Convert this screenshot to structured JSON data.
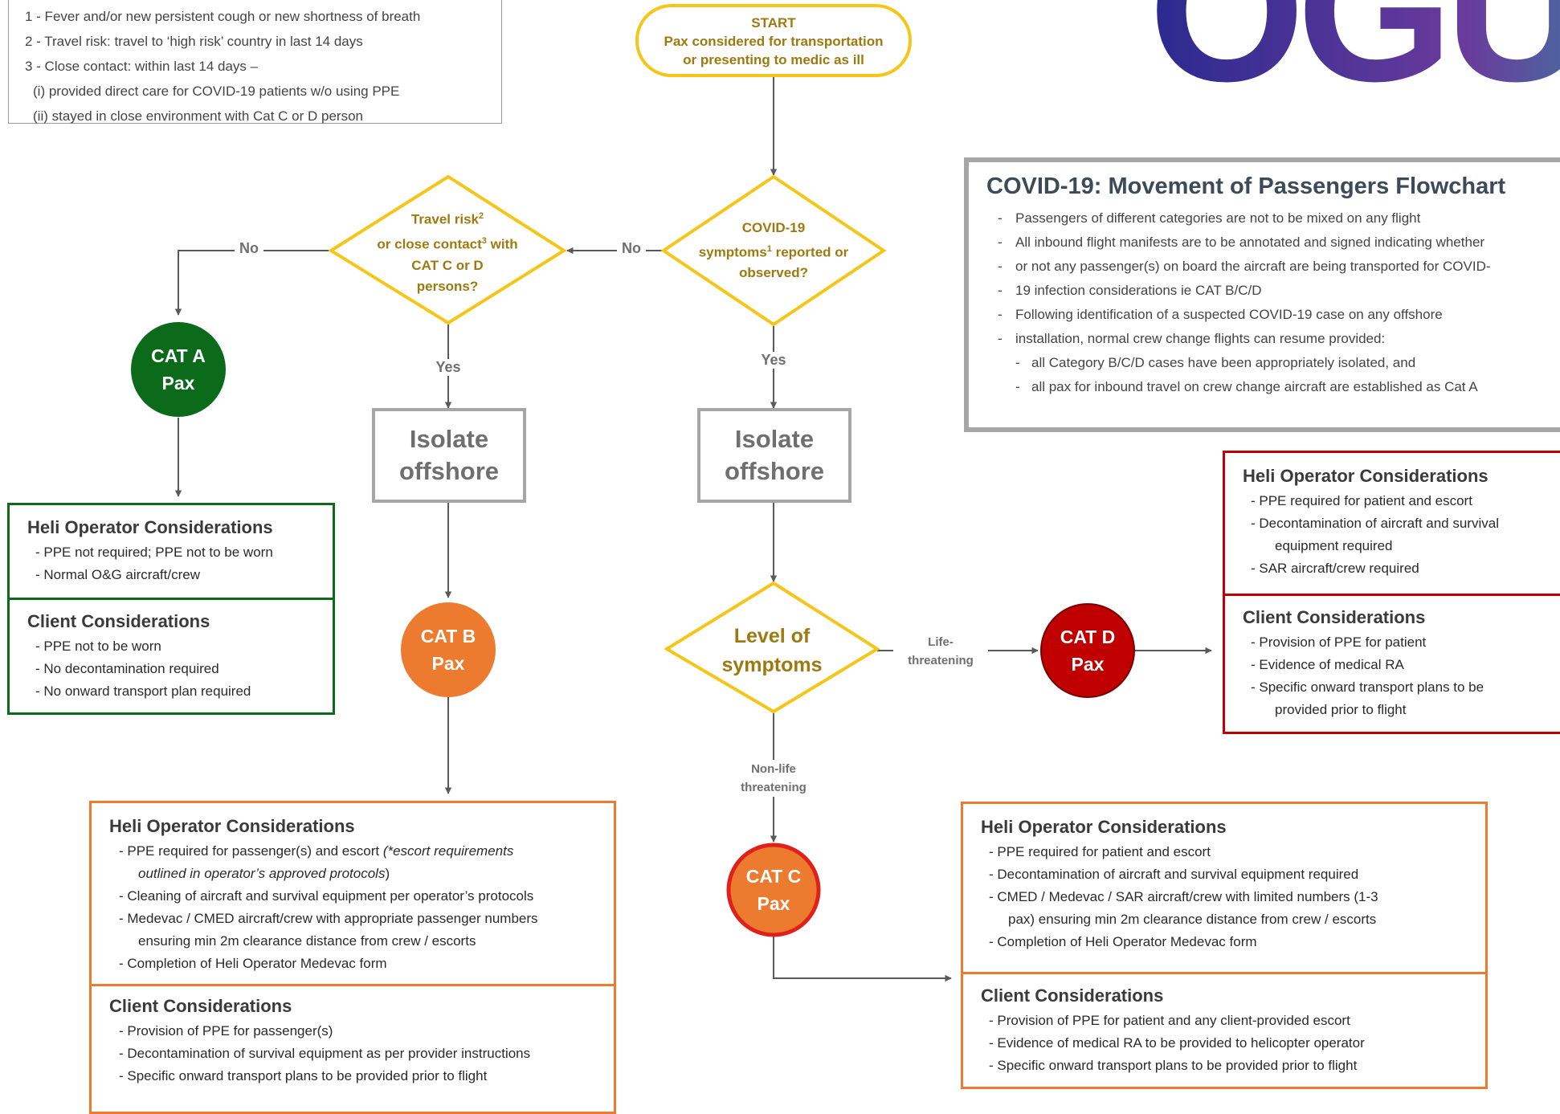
{
  "definitions": {
    "lines": [
      "1 - Fever and/or new persistent cough or new shortness of breath",
      "2 - Travel risk: travel to ‘high risk’ country in last 14 days",
      "3 - Close contact: within last 14 days –"
    ],
    "sub_lines": [
      "(i) provided direct care for COVID-19 patients w/o using PPE",
      "(ii) stayed in close environment with Cat C or D person"
    ]
  },
  "logo": {
    "text": "OGUK",
    "colors": [
      "#2a2a8f",
      "#6a3b9c",
      "#1fa4a4"
    ]
  },
  "info_panel": {
    "title": "COVID-19: Movement of Passengers Flowchart",
    "items": [
      "Passengers of different categories are not to be mixed on any flight",
      "All inbound flight manifests are to be annotated and signed indicating whether",
      "or not any passenger(s) on board the aircraft are being transported for COVID-",
      "19 infection considerations ie CAT B/C/D",
      "Following identification of a suspected COVID-19 case on any offshore",
      "installation, normal crew change flights can resume provided:",
      "all Category B/C/D cases have been appropriately isolated, and",
      "all pax for inbound travel on crew change aircraft are established as Cat A"
    ]
  },
  "nodes": {
    "start": {
      "line1": "START",
      "line2": "Pax considered for transportation",
      "line3": "or presenting to medic as ill"
    },
    "covid_q": {
      "l1": "COVID-19",
      "l2a": "symptoms",
      "sup": "1",
      "l2b": " reported or",
      "l3": "observed?"
    },
    "travel_q": {
      "l1a": "Travel risk",
      "sup1": "2",
      "l2a": "or close contact",
      "sup2": "3",
      "l2b": " with",
      "l3": "CAT C or D",
      "l4": "persons?"
    },
    "isolate_left": {
      "l1": "Isolate",
      "l2": "offshore"
    },
    "isolate_right": {
      "l1": "Isolate",
      "l2": "offshore"
    },
    "level_q": {
      "l1": "Level of",
      "l2": "symptoms"
    },
    "cat_a": {
      "l1": "CAT A",
      "l2": "Pax"
    },
    "cat_b": {
      "l1": "CAT B",
      "l2": "Pax"
    },
    "cat_c": {
      "l1": "CAT C",
      "l2": "Pax"
    },
    "cat_d": {
      "l1": "CAT D",
      "l2": "Pax"
    }
  },
  "edge_labels": {
    "no_left": "No",
    "no_right": "No",
    "yes_left": "Yes",
    "yes_right": "Yes",
    "life1": "Life-",
    "life2": "threatening",
    "nonlife1": "Non-life",
    "nonlife2": "threatening"
  },
  "cat_a_box": {
    "heli_title": "Heli Operator Considerations",
    "heli_items": [
      "- PPE not required; PPE not to be worn",
      "- Normal O&G aircraft/crew"
    ],
    "client_title": "Client Considerations",
    "client_items": [
      "- PPE not to be worn",
      "- No decontamination required",
      "- No onward transport plan required"
    ]
  },
  "cat_b_box": {
    "heli_title": "Heli Operator Considerations",
    "heli_item1a": "- PPE required for passenger(s) and escort ",
    "heli_item1b": "(*escort requirements",
    "heli_item1c": "outlined in operator’s approved protocols",
    "heli_item1d": ")",
    "heli_item2": "- Cleaning of aircraft and survival equipment per operator’s protocols",
    "heli_item3a": "- Medevac / CMED aircraft/crew with appropriate passenger numbers",
    "heli_item3b": "ensuring min 2m clearance distance from crew / escorts",
    "heli_item4": "- Completion of Heli Operator Medevac form",
    "client_title": "Client Considerations",
    "client_items": [
      "- Provision of PPE for passenger(s)",
      "- Decontamination of survival equipment as per provider instructions",
      "- Specific onward transport plans to be provided prior to flight"
    ]
  },
  "cat_c_box": {
    "heli_title": "Heli Operator Considerations",
    "heli_item1": "- PPE required for patient and escort",
    "heli_item2": "- Decontamination of aircraft and survival equipment required",
    "heli_item3a": "- CMED / Medevac / SAR aircraft/crew with limited numbers (1-3",
    "heli_item3b": "pax) ensuring min 2m clearance distance from crew / escorts",
    "heli_item4": "- Completion of Heli Operator Medevac form",
    "client_title": "Client Considerations",
    "client_items": [
      "- Provision of PPE for patient and any client-provided escort",
      "- Evidence of medical RA to be provided to helicopter operator",
      "- Specific onward transport plans to be provided prior to flight"
    ]
  },
  "cat_d_box": {
    "heli_title": "Heli Operator Considerations",
    "heli_item1": "- PPE required for patient and escort",
    "heli_item2a": "- Decontamination of aircraft and survival",
    "heli_item2b": "equipment required",
    "heli_item3": "- SAR aircraft/crew required",
    "client_title": "Client Considerations",
    "client_item1": "- Provision of PPE for patient",
    "client_item2": "- Evidence of medical RA",
    "client_item3a": "- Specific onward transport plans to be",
    "client_item3b": "provided prior to flight"
  },
  "colors": {
    "gold": "#f5c518",
    "gold_text": "#9c7a10",
    "green": "#0b6b1a",
    "orange": "#ec7b2f",
    "red": "#c00000",
    "grey": "#a6a6a6",
    "arrow": "#595959"
  }
}
